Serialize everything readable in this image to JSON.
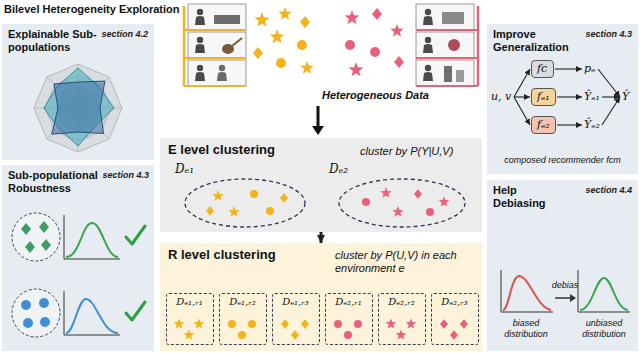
{
  "diagram": {
    "title": "Bilevel Heterogeneity Exploration",
    "nodes": [
      {
        "text": [
          "Explainable Sub-populations",
          "section 4.2"
        ]
      },
      {
        "text": [
          "Sub-populational Robustness",
          "section 4.3"
        ]
      },
      {
        "text": [
          "E level clustering",
          "cluster by P(Y|U,V)"
        ]
      },
      {
        "text": [
          "Dₑ₁"
        ],
        "in": 2
      },
      {
        "text": [
          "Dₑ₂"
        ],
        "in": 2
      },
      {
        "text": [
          "R level clustering",
          "cluster by P(U,V) in each environment e"
        ]
      },
      {
        "text": [
          "Dₑ₁,ᵣ₁"
        ],
        "in": 5
      },
      {
        "text": [
          "Dₑ₁,ᵣ₂"
        ],
        "in": 5
      },
      {
        "text": [
          "Dₑ₁,ᵣ₃"
        ],
        "in": 5
      },
      {
        "text": [
          "Dₑ₂,ᵣ₁"
        ],
        "in": 5
      },
      {
        "text": [
          "Dₑ₂,ᵣ₂"
        ],
        "in": 5
      },
      {
        "text": [
          "Dₑ₂,ᵣ₃"
        ],
        "in": 5
      },
      {
        "text": [
          "Improve Generalization",
          "section 4.3",
          "composed recommender fcm"
        ]
      },
      {
        "text": [
          "u, v"
        ],
        "in": 12
      },
      {
        "text": [
          "fc"
        ],
        "in": 12
      },
      {
        "text": [
          "fₑ₁"
        ],
        "in": 12
      },
      {
        "text": [
          "fₑ₂"
        ],
        "in": 12
      },
      {
        "text": [
          "pₑ"
        ],
        "in": 12
      },
      {
        "text": [
          "Ŷₑ₁"
        ],
        "in": 12
      },
      {
        "text": [
          "Ŷₑ₂"
        ],
        "in": 12
      },
      {
        "text": [
          "Ŷ"
        ],
        "in": 12
      },
      {
        "text": [
          "Help Debiasing",
          "section 4.4",
          "biased distribution",
          "debias",
          "unbiased distribution"
        ]
      }
    ],
    "edges": [
      {
        "from": 2,
        "to": 5,
        "arrow": "to"
      },
      {
        "from": 13,
        "to": 14,
        "arrow": "to"
      },
      {
        "from": 13,
        "to": 15,
        "arrow": "to"
      },
      {
        "from": 13,
        "to": 16,
        "arrow": "to"
      },
      {
        "from": 14,
        "to": 17,
        "arrow": "to"
      },
      {
        "from": 15,
        "to": 18,
        "arrow": "to"
      },
      {
        "from": 16,
        "to": 19,
        "arrow": "to"
      },
      {
        "from": 17,
        "to": 20,
        "arrow": "to"
      },
      {
        "from": 18,
        "to": 20,
        "arrow": "to"
      },
      {
        "from": 19,
        "to": 20,
        "arrow": "to"
      }
    ],
    "labels": [
      "Heterogeneous Data"
    ]
  }
}
